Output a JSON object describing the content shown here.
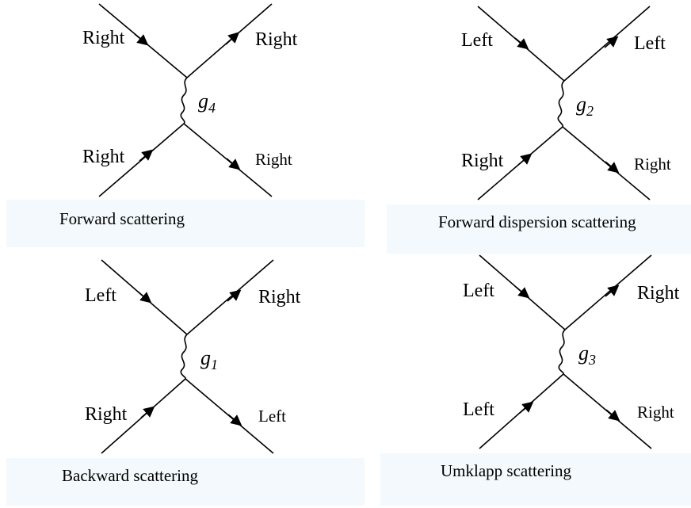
{
  "diagrams": [
    {
      "id": "forward",
      "caption": "Forward scattering",
      "coupling": {
        "symbol": "g",
        "subscript": "4"
      },
      "legs": {
        "top_left": "Right",
        "top_right": "Right",
        "bottom_left": "Right",
        "bottom_right": "Right"
      }
    },
    {
      "id": "forward-dispersion",
      "caption": "Forward dispersion scattering",
      "coupling": {
        "symbol": "g",
        "subscript": "2"
      },
      "legs": {
        "top_left": "Left",
        "top_right": "Left",
        "bottom_left": "Right",
        "bottom_right": "Right"
      }
    },
    {
      "id": "backward",
      "caption": "Backward scattering",
      "coupling": {
        "symbol": "g",
        "subscript": "1"
      },
      "legs": {
        "top_left": "Left",
        "top_right": "Right",
        "bottom_left": "Right",
        "bottom_right": "Left"
      }
    },
    {
      "id": "umklapp",
      "caption": "Umklapp scattering",
      "coupling": {
        "symbol": "g",
        "subscript": "3"
      },
      "legs": {
        "top_left": "Left",
        "top_right": "Right",
        "bottom_left": "Left",
        "bottom_right": "Right"
      }
    }
  ],
  "colors": {
    "line": "#000000",
    "caption_background": "#f3f9fc"
  }
}
